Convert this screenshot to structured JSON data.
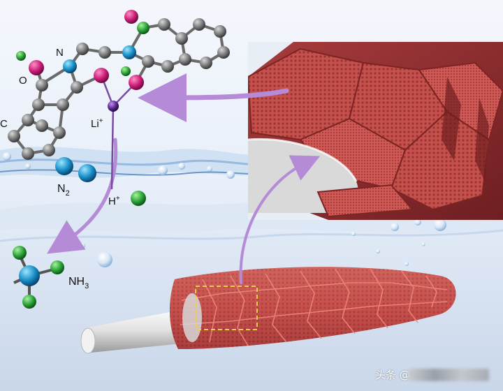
{
  "labels": {
    "o": "O",
    "n": "N",
    "c": "C",
    "li": "Li",
    "li_charge": "+",
    "n2_base": "N",
    "n2_sub": "2",
    "h": "H",
    "h_charge": "+",
    "nh3_base": "NH",
    "nh3_sub": "3"
  },
  "watermark": {
    "prefix": "头条 @"
  },
  "colors": {
    "background": "#eaf1fb",
    "carbon": "#7a7a7a",
    "oxygen": "#cc1e7a",
    "nitrogen": "#1890c8",
    "hydrogen": "#2ca33a",
    "lithium": "#5a2a8a",
    "fiber": "#c9504c",
    "core": "#e6e6e6",
    "arrow": "#b58ad6"
  }
}
